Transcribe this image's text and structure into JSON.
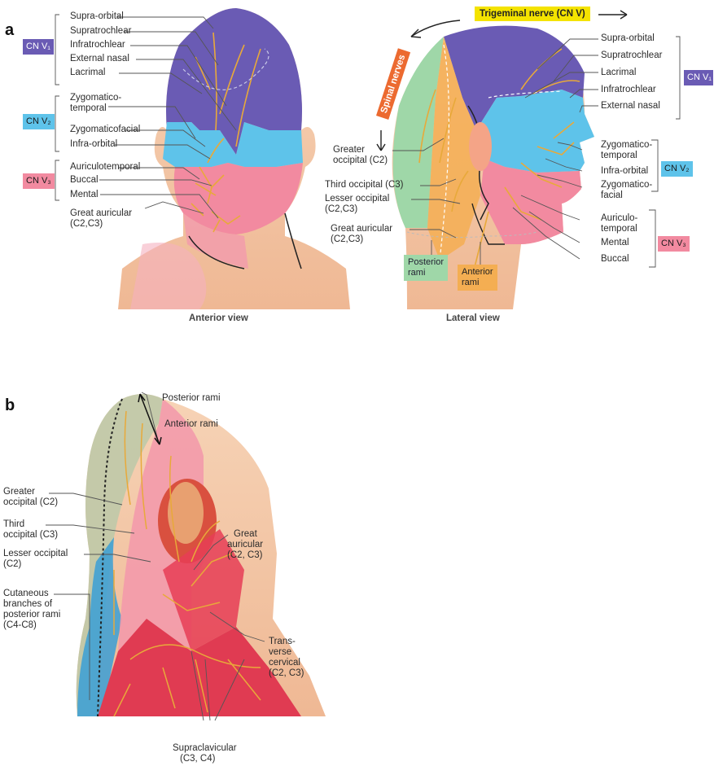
{
  "panel_a": {
    "letter": "a",
    "anterior": {
      "caption": "Anterior view",
      "labels": [
        "Supra-orbital",
        "Supratrochlear",
        "Infratrochlear",
        "External nasal",
        "Lacrimal",
        "Zygomatico-",
        "temporal",
        "Zygomaticofacial",
        "Infra-orbital",
        "Auriculotemporal",
        "Buccal",
        "Mental",
        "Great auricular",
        "(C2,C3)"
      ],
      "badges": [
        "CN V₁",
        "CN V₂",
        "CN V₃"
      ]
    },
    "lateral": {
      "caption": "Lateral view",
      "trigeminal": "Trigeminal nerve (CN V)",
      "spinal": "Spinal nerves",
      "right_labels": [
        "Supra-orbital",
        "Supratrochlear",
        "Lacrimal",
        "Infratrochlear",
        "External nasal",
        "Zygomatico-",
        "temporal",
        "Infra-orbital",
        "Zygomatico-",
        "facial",
        "Auriculo-",
        "temporal",
        "Mental",
        "Buccal"
      ],
      "left_labels": [
        "Greater",
        "occipital (C2)",
        "Third occipital (C3)",
        "Lesser occipital",
        "(C2,C3)",
        "Great auricular",
        "(C2,C3)"
      ],
      "badges": [
        "CN V₁",
        "CN V₂",
        "CN V₃"
      ],
      "posterior_rami": [
        "Posterior",
        "rami"
      ],
      "anterior_rami": [
        "Anterior",
        "rami"
      ]
    }
  },
  "panel_b": {
    "letter": "b",
    "labels": [
      "Posterior rami",
      "Anterior rami",
      "Greater",
      "occipital (C2)",
      "Third",
      "occipital (C3)",
      "Lesser occipital",
      "(C2)",
      "Cutaneous",
      "branches of",
      "posterior rami",
      "(C4-C8)",
      "Great",
      "auricular",
      "(C2, C3)",
      "Trans-",
      "verse",
      "cervical",
      "(C2, C3)",
      "Supraclavicular",
      "(C3, C4)"
    ]
  },
  "colors": {
    "cn_v1": "#6a5bb4",
    "cn_v2": "#5ec3ea",
    "cn_v3": "#f28aa0",
    "posterior_rami": "#9fd7a8",
    "anterior_rami": "#f4ae52",
    "trigeminal_banner": "#f4e300",
    "spinal_banner": "#ec6a30",
    "skin": "#f3c6a4",
    "nerve": "#e8a93a"
  }
}
